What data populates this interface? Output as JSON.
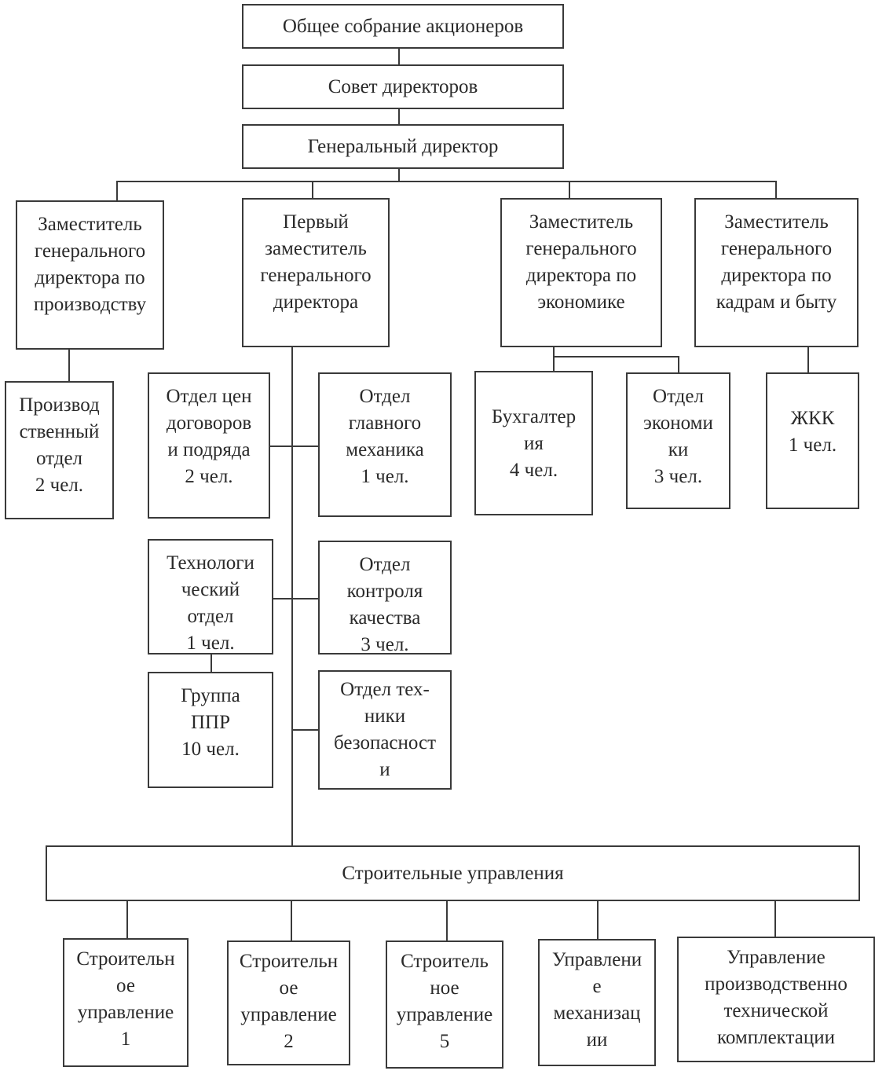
{
  "diagram": {
    "type": "org-chart",
    "language": "ru",
    "top": {
      "shareholders": "Общее собрание акционеров",
      "board": "Совет директоров",
      "ceo": "Генеральный директор"
    },
    "deputies": {
      "production": "Заместитель\nгенерального\nдиректора по\nпроизводству",
      "first": "Первый\nзаместитель\nгенерального\nдиректора",
      "economics": "Заместитель\nгенерального\nдиректора по\nэкономике",
      "hr": "Заместитель\nгенерального\nдиректора по\nкадрам и быту"
    },
    "departments": {
      "production_dept": "Производ\nственный\nотдел\n2 чел.",
      "prices_contracts": "Отдел цен\nдоговоров\nи подряда\n2 чел.",
      "chief_mechanic": "Отдел\nглавного\nмеханика\n1 чел.",
      "technology": "Технологи\nческий\nотдел\n1 чел.",
      "quality_control": "Отдел\nконтроля\nкачества\n3 чел.",
      "ppr_group": "Группа\nППР\n10 чел.",
      "safety": "Отдел тех-\nники\nбезопасност\nи",
      "accounting": "Бухгалтер\nия\n4 чел.",
      "economics_dept": "Отдел\nэкономи\nки\n3 чел.",
      "housing": "ЖКК\n1 чел."
    },
    "construction": {
      "title": "Строительные управления",
      "units": [
        "Строительн\nое\nуправление\n1",
        "Строительн\nое\nуправление\n2",
        "Строитель\nное\nуправление\n5",
        "Управлени\nе\nмеханизац\nии",
        "Управление\nпроизводственно\nтехнической\nкомплектации"
      ]
    }
  }
}
